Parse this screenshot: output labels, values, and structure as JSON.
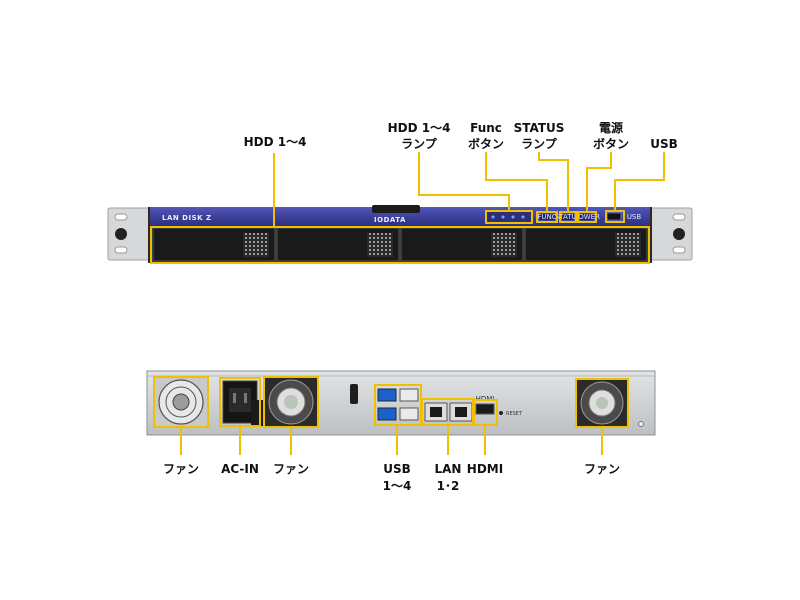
{
  "front": {
    "device_brand": "LAN DISK Z",
    "maker_logo": "IODATA",
    "labels": {
      "hdd": "HDD 1〜4",
      "hdd_lamp_1": "HDD 1〜4",
      "hdd_lamp_2": "ランプ",
      "func_1": "Func",
      "func_2": "ボタン",
      "status_1": "STATUS",
      "status_2": "ランプ",
      "power_1": "電源",
      "power_2": "ボタン",
      "usb": "USB"
    },
    "button_labels": {
      "func": "FUNC",
      "status": "STATUS",
      "power": "POWER",
      "usb": "USB"
    }
  },
  "rear": {
    "labels": {
      "fan_left": "ファン",
      "ac_in": "AC-IN",
      "fan_mid": "ファン",
      "usb_1": "USB",
      "usb_2": "1〜4",
      "lan_1": "LAN",
      "lan_2": "1･2",
      "hdmi": "HDMI",
      "fan_right": "ファン"
    },
    "port_labels": {
      "hdmi": "HDMI",
      "reset": "RESET"
    }
  },
  "colors": {
    "highlight": "#f0c000",
    "panel_blue": "#3c3f9a",
    "chassis": "#cfd1d3"
  }
}
